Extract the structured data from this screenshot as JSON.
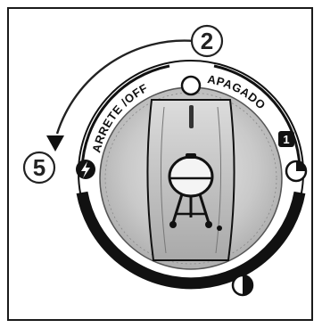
{
  "callouts": {
    "top": "2",
    "left": "5"
  },
  "dial": {
    "arc_text_left": "ARRETE /OFF",
    "arc_text_right": "APAGADO",
    "badge": "1"
  },
  "icons": {
    "top_marker": "off-circle-icon",
    "left_marker": "flame-bolt-icon",
    "right_marker": "quarter-circle-icon",
    "bottom_marker": "half-circle-icon",
    "center": "kettle-grill-icon"
  },
  "colors": {
    "ink": "#111111",
    "dial_gray": "#c8c8c8",
    "center_gray": "#b8b8b8"
  }
}
